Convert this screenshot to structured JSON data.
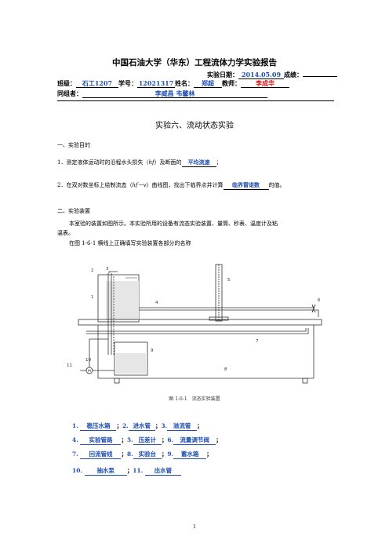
{
  "header": {
    "title": "中国石油大学（华东）工程流体力学实验报告",
    "date_label": "实验日期：",
    "date_value": "2014.05.09",
    "score_label": "成绩：",
    "score_value": "",
    "class_label": "班级：",
    "class_value": "石工1207",
    "id_label": "学号：",
    "id_value": "12021317",
    "name_label": "姓名：",
    "name_value": "郑超",
    "teacher_label": "教师：",
    "teacher_value": "李成华",
    "group_label": "同组者：",
    "group_value": "李威昌 韦馨林"
  },
  "experiment_title": "实验六、流动状态实验",
  "section1": {
    "heading": "一、实验目的",
    "item1_prefix": "1．测定液体运动时的沿程水头损失（",
    "item1_symbol": "hf",
    "item1_mid": "）及断面的",
    "item1_answer": "平均流速",
    "item1_suffix": "；",
    "item2_prefix": "2．在双对数坐标上绘制流态（",
    "item2_symbol": "hf－v",
    "item2_mid": "）曲线图，找出下临界点并计算",
    "item2_answer": "临界雷诺数",
    "item2_suffix": "的值。"
  },
  "section2": {
    "heading": "二、实验装置",
    "para1_line1": "本室验的装置如图所示。本实验所用的设备有流态实验装置、量筒、秒表、温度计及粘",
    "para1_line2": "温表。",
    "para2": "在图 1-6-1 横线上正确填写实验装置各部分的名称"
  },
  "figure": {
    "caption": "图 1-6-1　流态实验装置",
    "labels": [
      "1",
      "2",
      "3",
      "4",
      "5",
      "6",
      "7",
      "8",
      "9",
      "10",
      "11"
    ],
    "pump_label": "M"
  },
  "answers": [
    {
      "num": "1.",
      "val": "稳压水箱"
    },
    {
      "num": "2.",
      "val": "进水管"
    },
    {
      "num": "3.",
      "val": "溢流管"
    },
    {
      "num": "4.",
      "val": "实验管路"
    },
    {
      "num": "5.",
      "val": "压差计"
    },
    {
      "num": "6.",
      "val": "流量调节阀"
    },
    {
      "num": "7.",
      "val": "回流管线"
    },
    {
      "num": "8.",
      "val": "实验台"
    },
    {
      "num": "9.",
      "val": "蓄水箱"
    },
    {
      "num": "10.",
      "val": "抽水泵"
    },
    {
      "num": "11.",
      "val": "出水管"
    }
  ],
  "page_number": "1"
}
